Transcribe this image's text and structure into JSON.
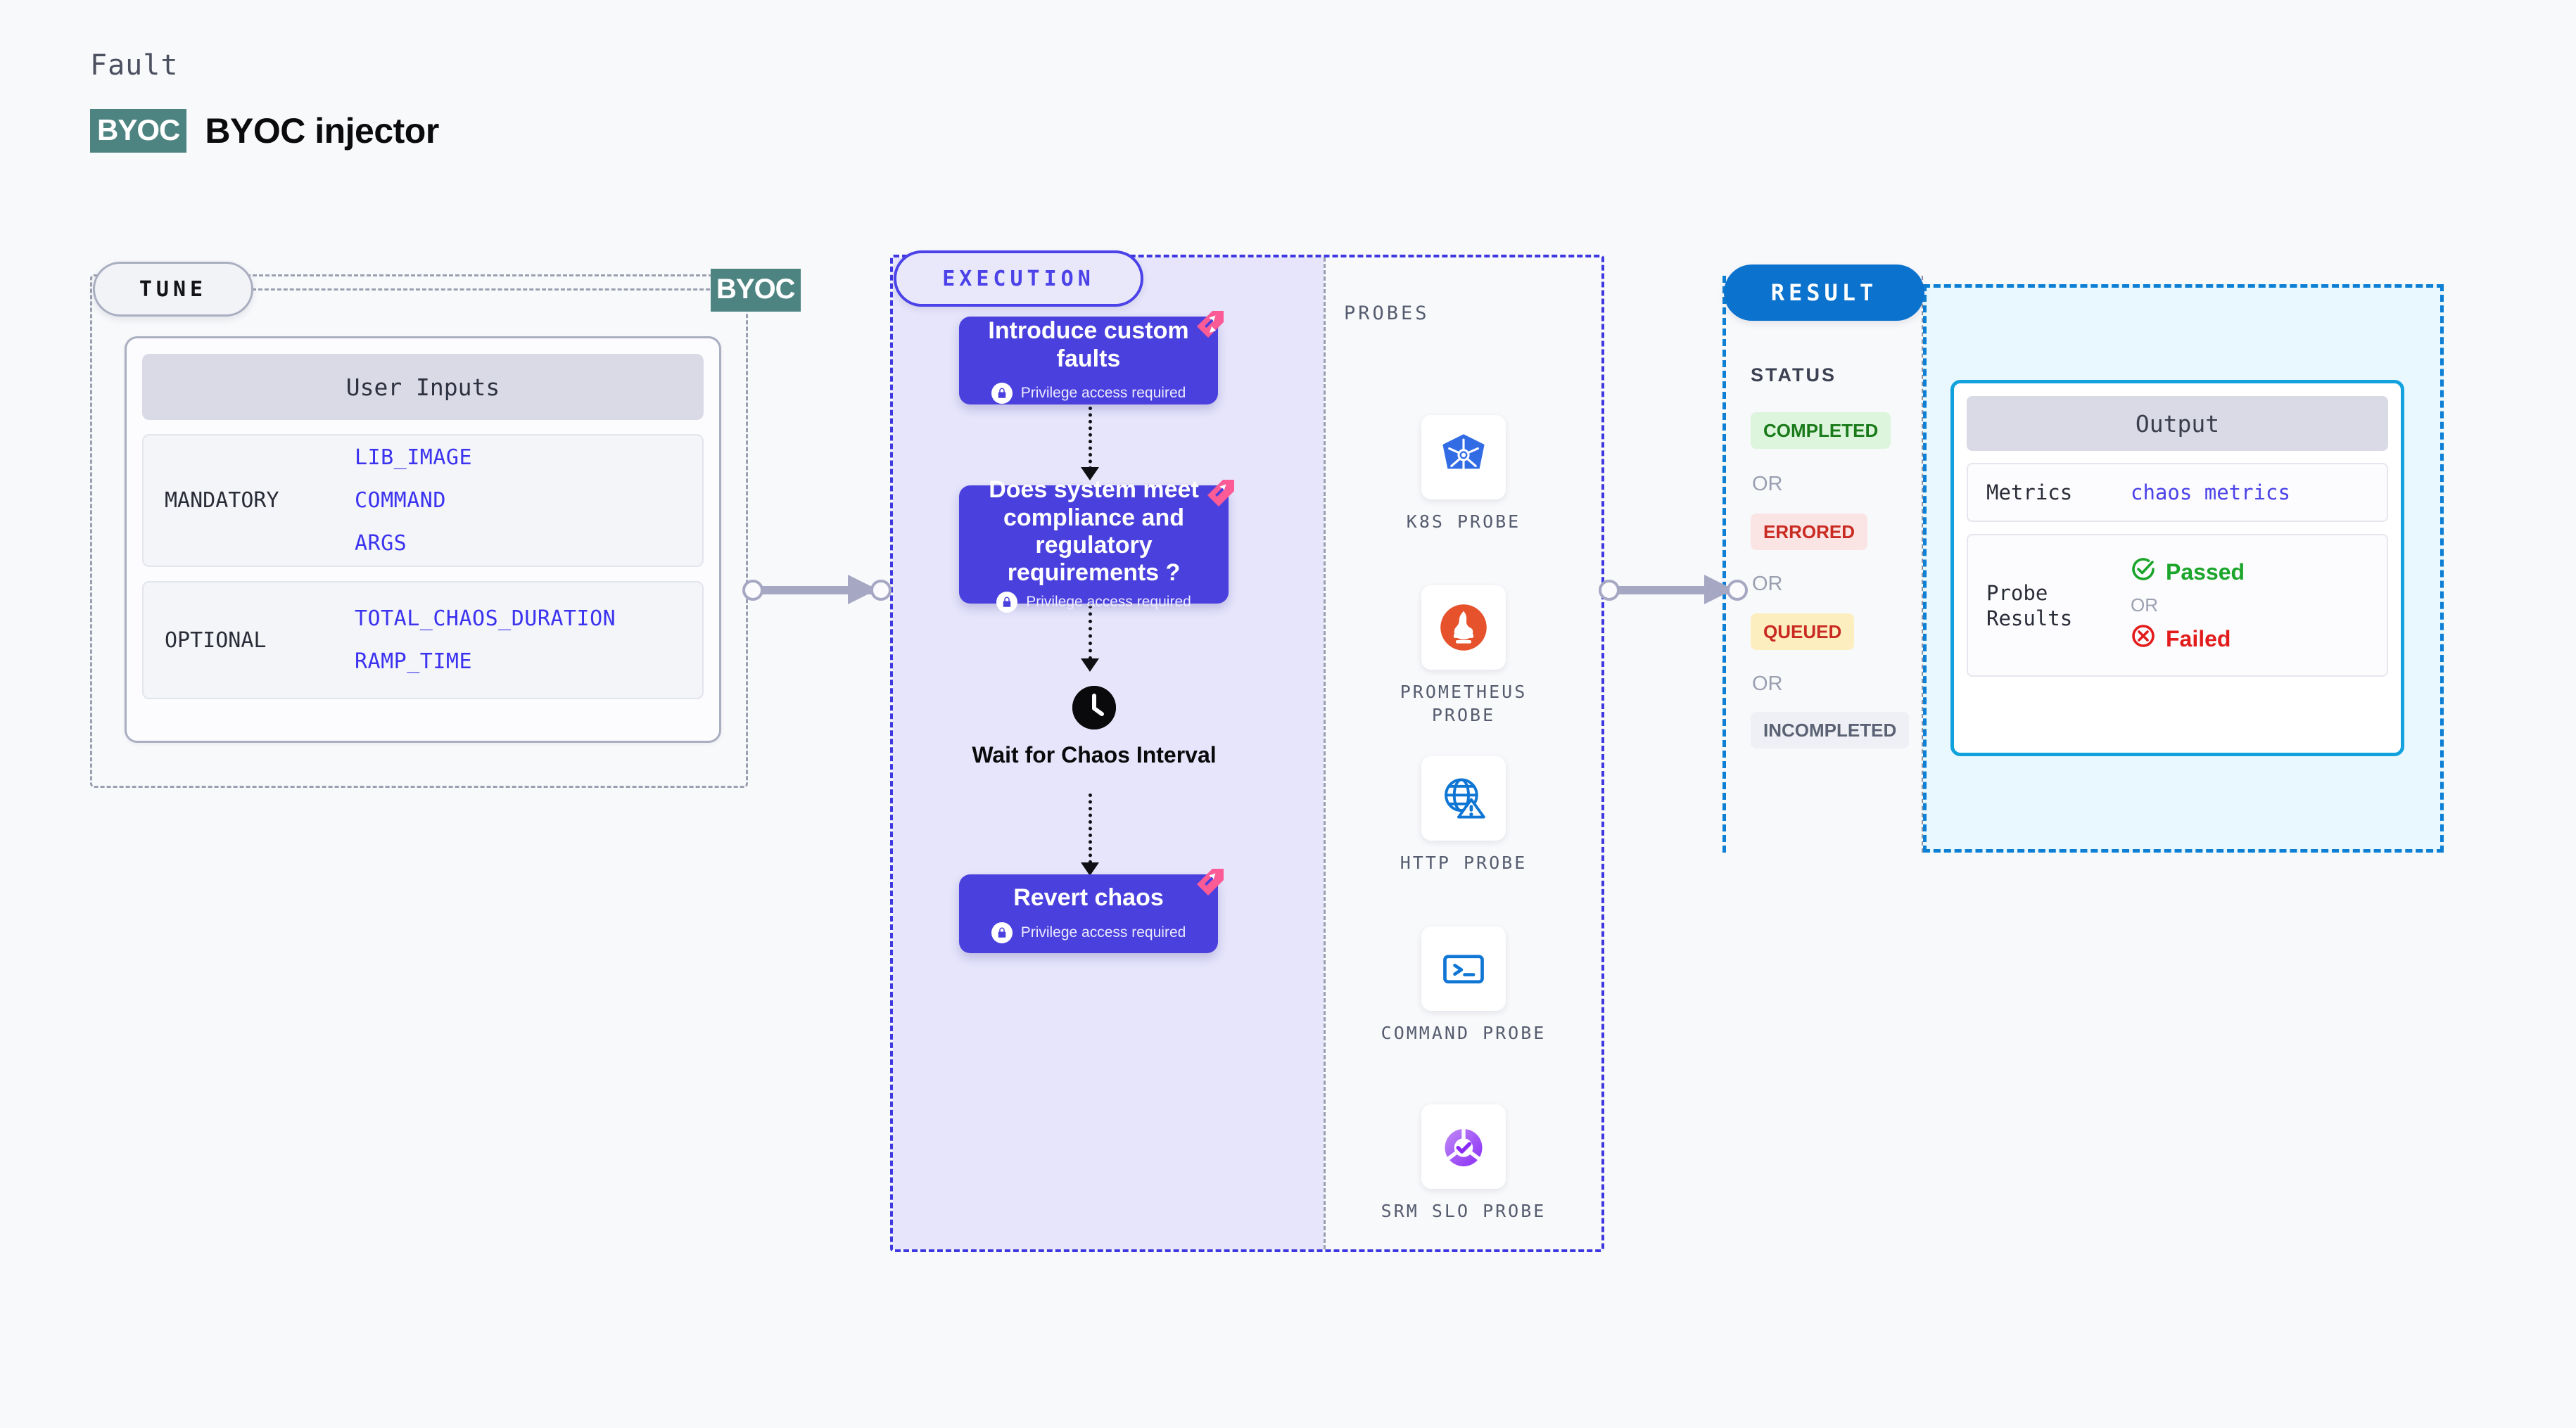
{
  "header": {
    "eyebrow": "Fault",
    "badge": "BYOC",
    "title": "BYOC injector"
  },
  "tune": {
    "pill_label": "TUNE",
    "byoc_tag": "BYOC",
    "card_title": "User Inputs",
    "groups": [
      {
        "label": "MANDATORY",
        "values": [
          "LIB_IMAGE",
          "COMMAND",
          "ARGS"
        ]
      },
      {
        "label": "OPTIONAL",
        "values": [
          "TOTAL_CHAOS_DURATION",
          "RAMP_TIME"
        ]
      }
    ]
  },
  "execution": {
    "pill_label": "EXECUTION",
    "blocks": [
      {
        "title": "Introduce custom faults",
        "note": "Privilege access required",
        "icon": "harness-ribbon-icon"
      },
      {
        "title": "Does system meet compliance and regulatory requirements ?",
        "note": "Privilege access required",
        "icon": "harness-ribbon-icon"
      },
      {
        "title": "Revert chaos",
        "note": "Privilege access required",
        "icon": "harness-ribbon-icon"
      }
    ],
    "wait_step": {
      "label": "Wait for Chaos Interval",
      "icon": "clock-icon"
    }
  },
  "probes": {
    "title": "PROBES",
    "items": [
      {
        "label": "K8S PROBE",
        "icon": "kubernetes-icon"
      },
      {
        "label": "PROMETHEUS PROBE",
        "icon": "prometheus-icon"
      },
      {
        "label": "HTTP PROBE",
        "icon": "globe-warning-icon"
      },
      {
        "label": "COMMAND PROBE",
        "icon": "terminal-icon"
      },
      {
        "label": "SRM SLO PROBE",
        "icon": "srm-slo-icon"
      }
    ]
  },
  "result": {
    "pill_label": "RESULT",
    "status_title": "STATUS",
    "or_label": "OR",
    "statuses": [
      {
        "label": "COMPLETED",
        "bg": "#dcf5dc",
        "fg": "#1a7a1a"
      },
      {
        "label": "ERRORED",
        "bg": "#fbe5e4",
        "fg": "#c92a22"
      },
      {
        "label": "QUEUED",
        "bg": "#fdeec0",
        "fg": "#c92a22"
      },
      {
        "label": "INCOMPLETED",
        "bg": "#eef0f5",
        "fg": "#5b6274"
      }
    ],
    "output": {
      "title": "Output",
      "metrics_key": "Metrics",
      "metrics_value": "chaos metrics",
      "probe_results_key": "Probe Results",
      "passed_label": "Passed",
      "failed_label": "Failed",
      "or_label": "OR"
    }
  },
  "colors": {
    "execution_indigo": "#4a40dd",
    "execution_panel": "#e6e5fb",
    "result_blue": "#0b72cd",
    "output_cyan": "#11a2dd",
    "byoc_teal": "#4d8481",
    "ribbon_pink": "#fc5b96",
    "passed_green": "#1ba52a",
    "failed_red": "#e21b1b"
  }
}
